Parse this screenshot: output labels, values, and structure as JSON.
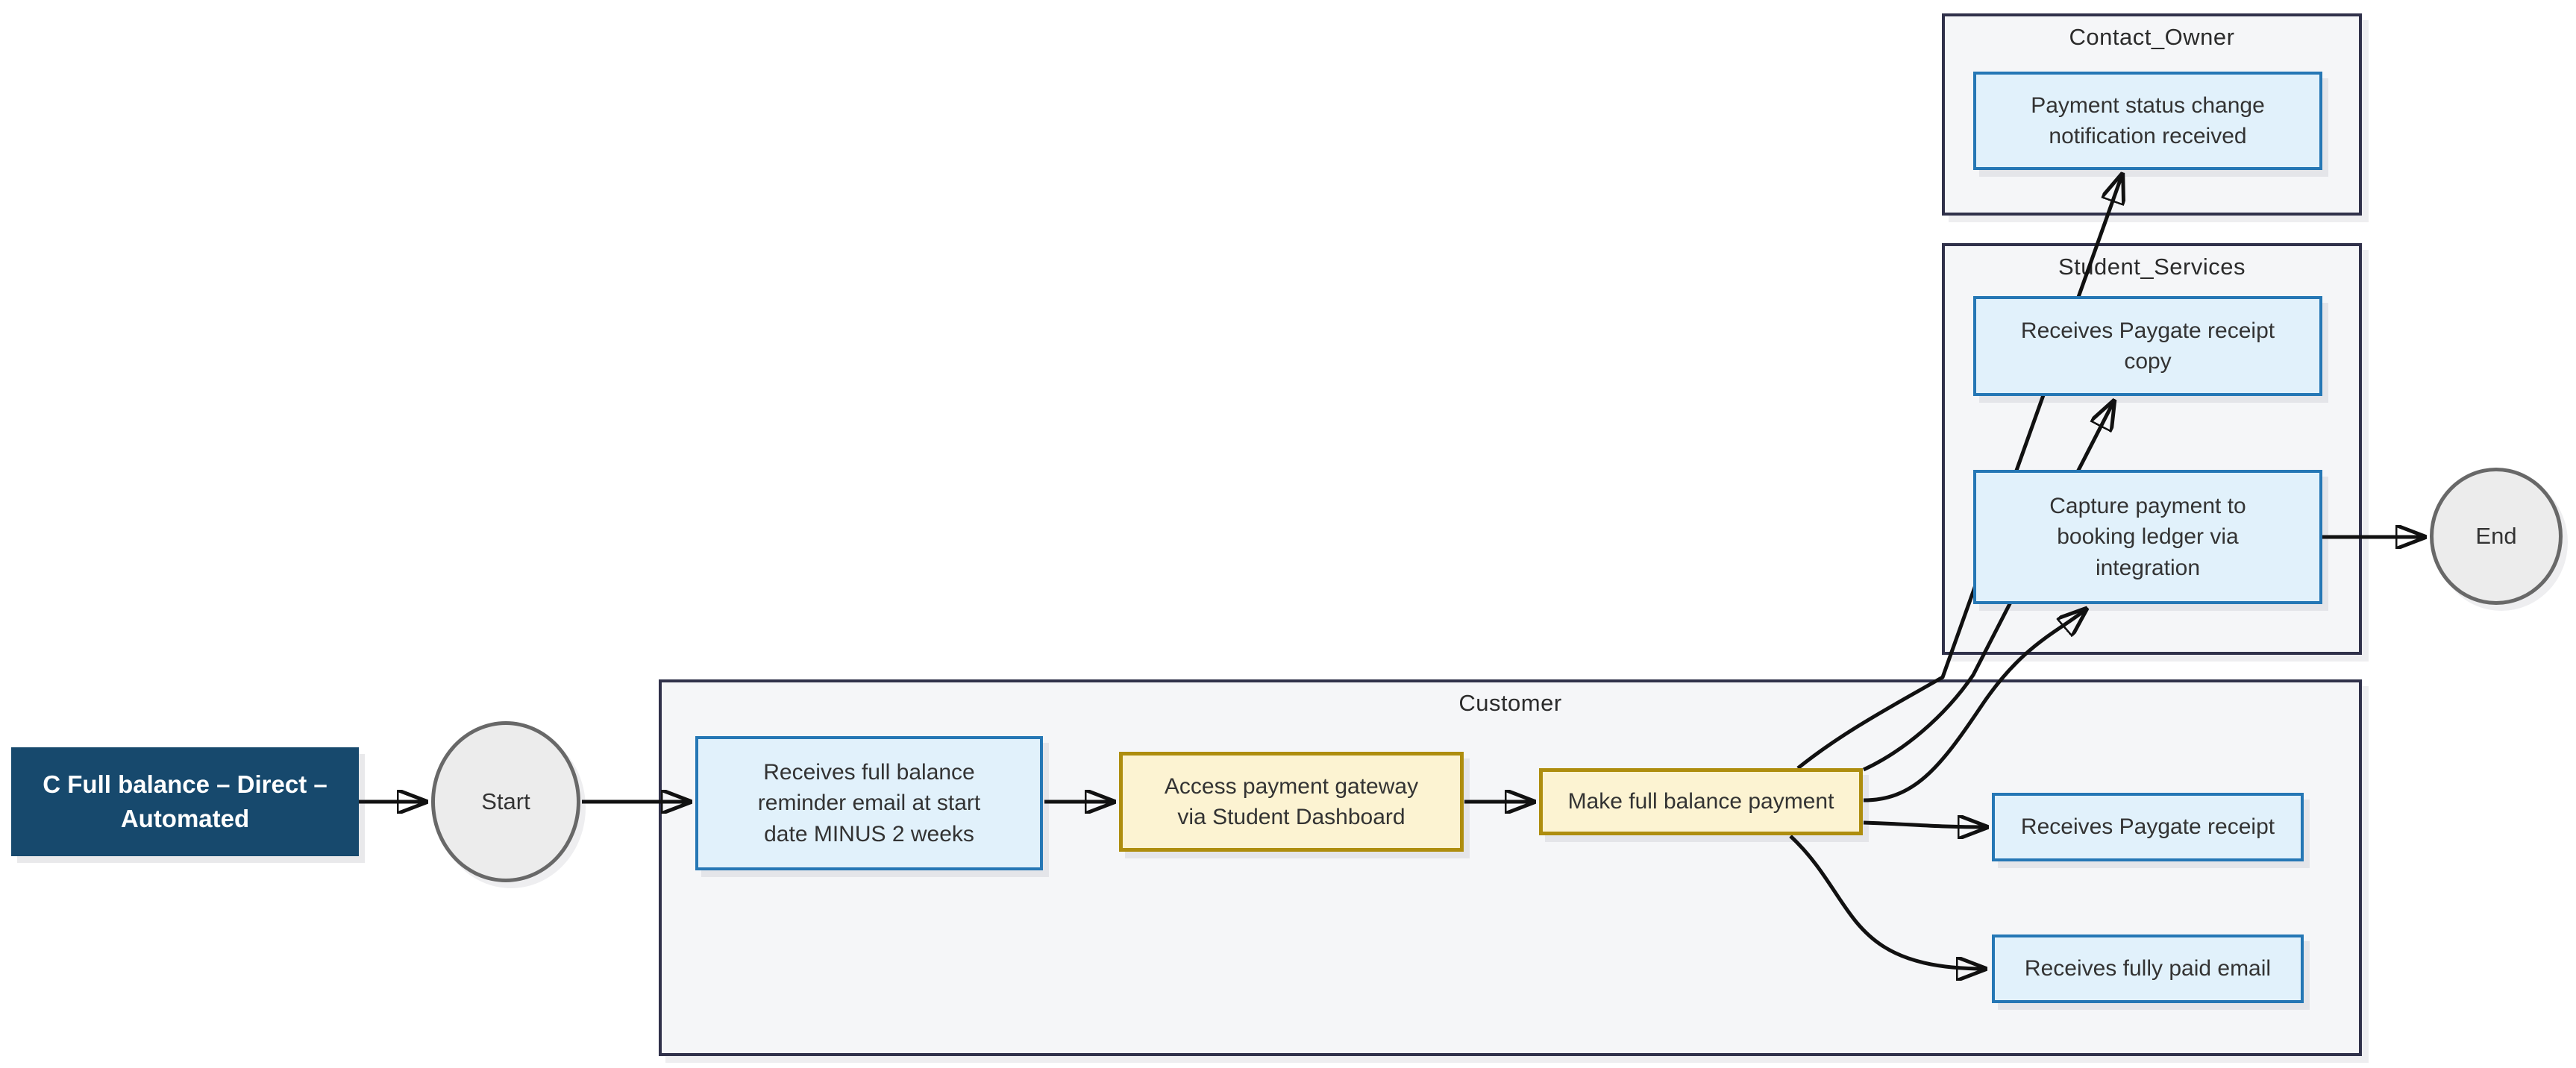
{
  "diagram": {
    "title": "C Full balance – Direct –\nAutomated",
    "start_label": "Start",
    "end_label": "End",
    "lanes": {
      "customer": {
        "label": "Customer"
      },
      "student_services": {
        "label": "Student_Services"
      },
      "contact_owner": {
        "label": "Contact_Owner"
      }
    },
    "nodes": {
      "reminder_email": {
        "label": "Receives full balance\nreminder email at start\ndate MINUS 2 weeks",
        "lane": "customer",
        "type": "task"
      },
      "access_gateway": {
        "label": "Access payment gateway\nvia Student Dashboard",
        "lane": "customer",
        "type": "action"
      },
      "make_payment": {
        "label": "Make full balance payment",
        "lane": "customer",
        "type": "action"
      },
      "paygate_receipt": {
        "label": "Receives Paygate receipt",
        "lane": "customer",
        "type": "task"
      },
      "fully_paid_email": {
        "label": "Receives fully paid email",
        "lane": "customer",
        "type": "task"
      },
      "receipt_copy": {
        "label": "Receives Paygate receipt\ncopy",
        "lane": "student_services",
        "type": "task"
      },
      "capture_payment": {
        "label": "Capture payment to\nbooking ledger via\nintegration",
        "lane": "student_services",
        "type": "task"
      },
      "status_notification": {
        "label": "Payment status change\nnotification received",
        "lane": "contact_owner",
        "type": "task"
      }
    },
    "edges": [
      {
        "from": "title",
        "to": "start"
      },
      {
        "from": "start",
        "to": "reminder_email"
      },
      {
        "from": "reminder_email",
        "to": "access_gateway"
      },
      {
        "from": "access_gateway",
        "to": "make_payment"
      },
      {
        "from": "make_payment",
        "to": "paygate_receipt"
      },
      {
        "from": "make_payment",
        "to": "fully_paid_email"
      },
      {
        "from": "make_payment",
        "to": "capture_payment"
      },
      {
        "from": "make_payment",
        "to": "receipt_copy"
      },
      {
        "from": "make_payment",
        "to": "status_notification"
      },
      {
        "from": "capture_payment",
        "to": "end"
      }
    ],
    "colors": {
      "title_fill": "#17496d",
      "title_text": "#ffffff",
      "lane_fill": "#f5f6f8",
      "lane_border": "#30314a",
      "task_fill": "#e1f1fb",
      "task_border": "#2577b5",
      "action_fill": "#fcf3d2",
      "action_border": "#ae8d0e",
      "terminal_fill": "#ececec",
      "terminal_border": "#686868",
      "arrow": "#111111",
      "text": "#333333"
    }
  }
}
